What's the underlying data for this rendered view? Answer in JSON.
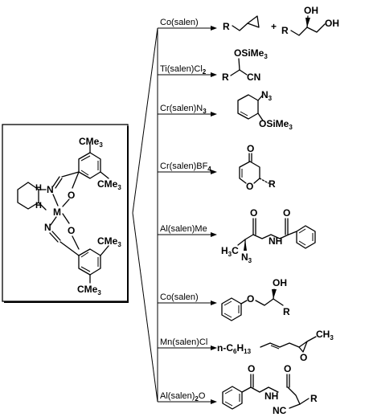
{
  "catalyst": {
    "metal": "M",
    "tBu": "CMe",
    "tBu_sub": "3",
    "N": "N",
    "O": "O",
    "H": "H"
  },
  "reactions": [
    {
      "label": "Co(salen)"
    },
    {
      "label": "Ti(salen)Cl",
      "sub": "2"
    },
    {
      "label": "Cr(salen)N",
      "sub": "3"
    },
    {
      "label": "Cr(salen)BF",
      "sub": "4"
    },
    {
      "label": "Al(salen)Me"
    },
    {
      "label": "Co(salen)"
    },
    {
      "label": "Mn(salen)Cl"
    },
    {
      "label": "Al(salen)",
      "sub": "2",
      "tail": "O"
    }
  ],
  "products": {
    "p1": {
      "R1": "R",
      "plus": "+",
      "R2": "R",
      "OH1": "OH",
      "OH2": "OH"
    },
    "p2": {
      "OSi": "OSiMe",
      "OSi_sub": "3",
      "R": "R",
      "CN": "CN"
    },
    "p3": {
      "N3": "N",
      "N3_sub": "3",
      "OSi": "OSiMe",
      "OSi_sub": "3"
    },
    "p4": {
      "O_top": "O",
      "O_ring": "O",
      "R": "R"
    },
    "p5": {
      "O1": "O",
      "O2": "O",
      "NH": "N",
      "H": "H",
      "H3C": "H",
      "H3C_sub": "3",
      "H3C_tail": "C",
      "N3": "N",
      "N3_sub": "3"
    },
    "p6": {
      "O": "O",
      "OH": "OH",
      "R": "R"
    },
    "p7": {
      "prefix": "n-C",
      "prefix_sub": "6",
      "H": "H",
      "H_sub": "13",
      "O": "O",
      "CH3": "CH",
      "CH3_sub": "3"
    },
    "p8": {
      "O1": "O",
      "O2": "O",
      "NH": "N",
      "H": "H",
      "NC": "NC",
      "R": "R"
    }
  }
}
